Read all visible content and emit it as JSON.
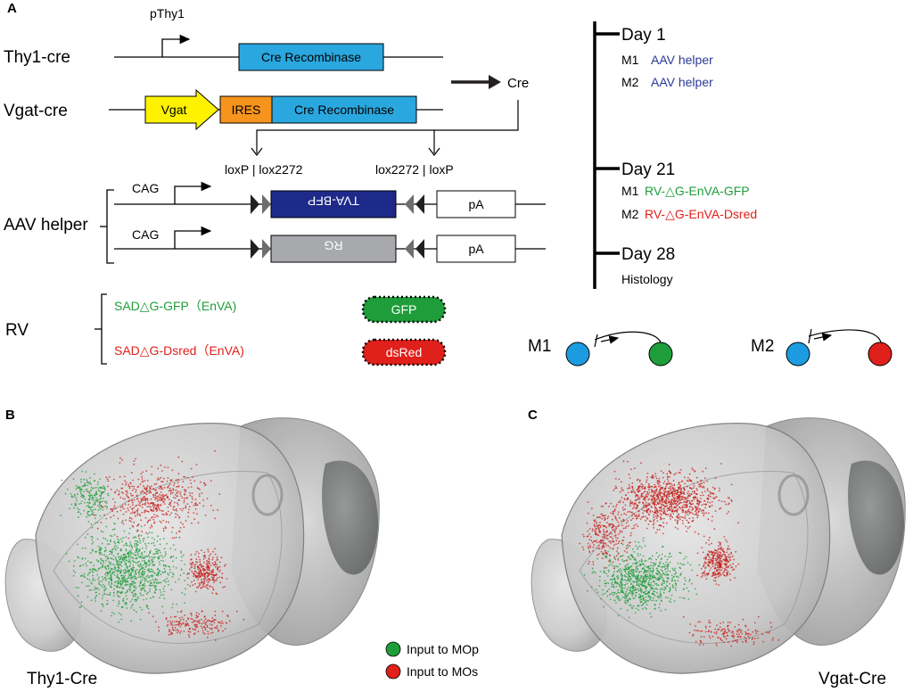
{
  "panel_a": {
    "label": "A",
    "promoter": "pThy1",
    "thy1_label": "Thy1-cre",
    "vgat_label": "Vgat-cre",
    "cre_box": "Cre Recombinase",
    "vgat_box": "Vgat",
    "ires_box": "IRES",
    "cre_arrow_label": "Cre",
    "lox_left": "loxP | lox2272",
    "lox_right": "lox2272 | loxP",
    "aav_label": "AAV helper",
    "cag1": "CAG",
    "cag2": "CAG",
    "tva_box": "TVA-BFP",
    "rg_box": "RG",
    "pa1": "pA",
    "pa2": "pA",
    "rv_label": "RV",
    "rv_gfp": "SAD△G-GFP（EnVA)",
    "rv_dsred": "SAD△G-Dsred（EnVA)",
    "gfp_virus": "GFP",
    "dsred_virus": "dsRed",
    "colors": {
      "cre_blue": "#2aa7df",
      "vgat_yellow": "#fff200",
      "ires_orange": "#f7941d",
      "tva_navy": "#1e2a8a",
      "rg_gray": "#a7a9ac",
      "gfp_green": "#1f9d3a",
      "dsred_red": "#e0201b",
      "aav_text_blue": "#2b3a9a"
    }
  },
  "timeline": {
    "day1": "Day 1",
    "day1_m1_key": "M1",
    "day1_m1_val": "AAV helper",
    "day1_m2_key": "M2",
    "day1_m2_val": "AAV helper",
    "day21": "Day 21",
    "day21_m1_key": "M1",
    "day21_m1_val": "RV-△G-EnVA-GFP",
    "day21_m2_key": "M2",
    "day21_m2_val": "RV-△G-EnVA-Dsred",
    "day28": "Day 28",
    "day28_sub": "Histology"
  },
  "circuits": {
    "m1": "M1",
    "m2": "M2"
  },
  "panel_b": {
    "label": "B",
    "caption": "Thy1-Cre",
    "legend_green": "Input to MOp",
    "legend_red": "Input to MOs"
  },
  "panel_c": {
    "label": "C",
    "caption": "Vgat-Cre"
  }
}
